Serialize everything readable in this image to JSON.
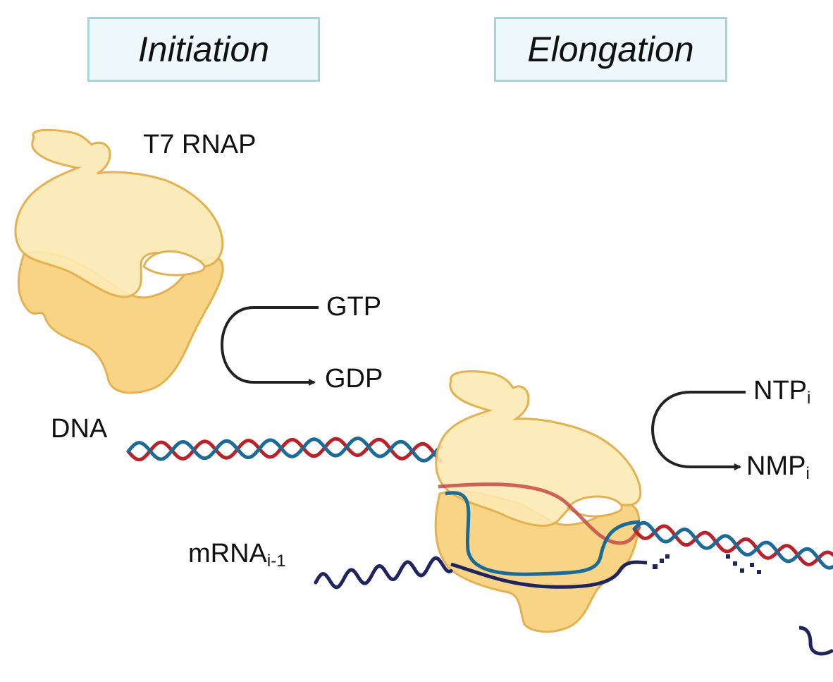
{
  "titles": {
    "initiation": "Initiation",
    "elongation": "Elongation"
  },
  "labels": {
    "rnap": "T7 RNAP",
    "gtp": "GTP",
    "gdp": "GDP",
    "dna": "DNA",
    "ntp_main": "NTP",
    "ntp_sub": "i",
    "nmp_main": "NMP",
    "nmp_sub": "i",
    "mrna_main": "mRNA",
    "mrna_sub": "i-1"
  },
  "colors": {
    "title_border": "#a9d3dc",
    "title_fill": "#eef7f9",
    "rnap_top": "#fce9b4",
    "rnap_bottom": "#f8d586",
    "rnap_outline": "#e3b14f",
    "dna_strand_1": "#b8232b",
    "dna_strand_2": "#1c6a96",
    "mrna": "#1d245f",
    "arrow": "#222222"
  },
  "icons": [
    "t7-rnap-enzyme-icon",
    "dna-double-helix-icon",
    "mrna-strand-icon",
    "reaction-arrow-icon",
    "nucleotide-fragments-icon"
  ]
}
